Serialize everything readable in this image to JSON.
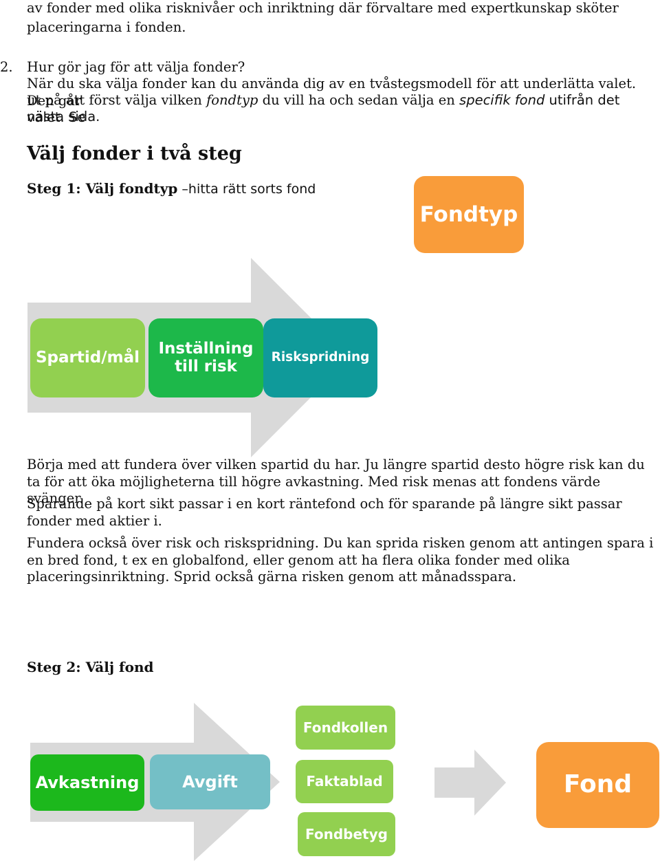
{
  "intro": {
    "line1": "av fonder med olika risknivåer och inriktning där förvaltare med expertkunskap sköter",
    "line2": "placeringarna i fonden."
  },
  "q2": {
    "number": "2.",
    "question": "Hur gör jag för att välja fonder?",
    "answer_line1": "När du ska välja fonder kan du använda dig av en tvåstegsmodell för att underlätta valet. Den går",
    "answer_line2_a": "ut på att först välja vilken ",
    "answer_line2_em1": "fondtyp",
    "answer_line2_b": " du vill ha och sedan välja en ",
    "answer_line2_em2": "specifik fond",
    "answer_line2_c": " utifrån det valet. Se",
    "answer_line3": "nästa sida."
  },
  "heading": "Välj fonder i två steg",
  "step1": {
    "label": "Steg 1: Välj fondtyp",
    "sub": " –hitta rätt sorts fond",
    "target": "Fondtyp",
    "boxes": [
      "Spartid/mål",
      "Inställning till risk",
      "Riskspridning"
    ]
  },
  "paragraphs": {
    "p1": "Börja med att fundera över vilken spartid du har. Ju längre spartid desto högre risk kan du ta för att öka möjligheterna till högre avkastning. Med risk menas att fondens värde svänger.",
    "p2": "Sparande på kort sikt passar i en kort räntefond och för sparande på längre sikt passar fonder med aktier i.",
    "p3": "Fundera också över risk och riskspridning. Du kan sprida risken genom att antingen spara i en bred fond, t ex en globalfond, eller genom att ha flera olika fonder med olika placeringsinriktning. Sprid också gärna risken genom att månadsspara."
  },
  "step2": {
    "label": "Steg 2: Välj fond",
    "boxes": [
      "Avkastning",
      "Avgift"
    ],
    "sources": [
      "Fondkollen",
      "Faktablad",
      "Fondbetyg"
    ],
    "target": "Fond"
  },
  "colors": {
    "orange": "#f99c3a",
    "light_green": "#92d050",
    "green": "#1db84a",
    "teal": "#0f9a9a",
    "bright_green": "#1cb81c",
    "light_teal": "#74bfc6",
    "arrow_gray": "#d9d9d9"
  }
}
